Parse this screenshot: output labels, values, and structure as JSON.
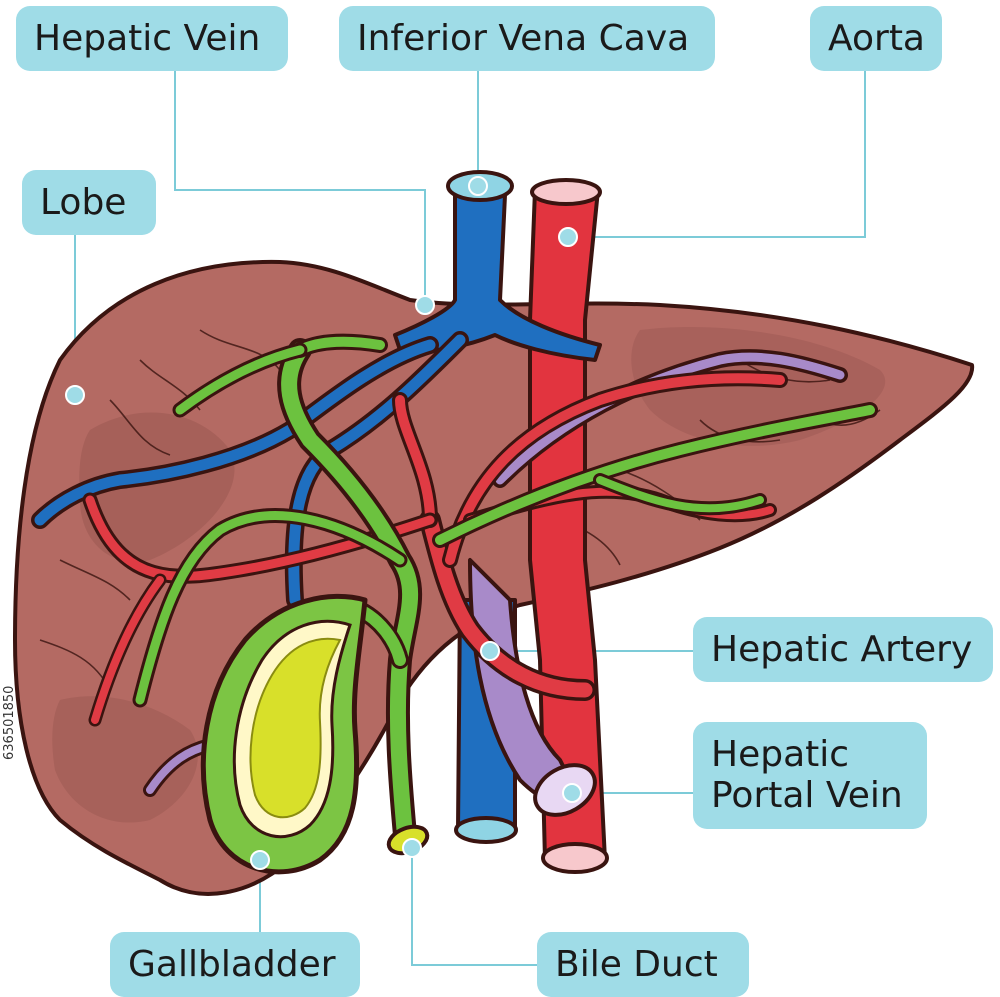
{
  "labels": {
    "hepatic_vein": "Hepatic Vein",
    "inferior_vena_cava": "Inferior Vena Cava",
    "aorta": "Aorta",
    "lobe": "Lobe",
    "hepatic_artery": "Hepatic Artery",
    "hepatic_portal_vein_line1": "Hepatic",
    "hepatic_portal_vein_line2": "Portal Vein",
    "gallbladder": "Gallbladder",
    "bile_duct": "Bile Duct"
  },
  "stock_id": "636501850",
  "colors": {
    "label_fill": "#9fdce7",
    "leader_line": "#7ccbd8",
    "liver": "#b46a63",
    "liver_shade": "#9a5752",
    "outline": "#3a1410",
    "vein_blue": "#1f6fc0",
    "artery_red": "#e03b44",
    "aorta_red": "#e2343f",
    "portal_purple": "#a88ac9",
    "bile_green": "#6cc23f",
    "gallbladder_green": "#7cc544",
    "gallbladder_yellow": "#d8e02a"
  }
}
